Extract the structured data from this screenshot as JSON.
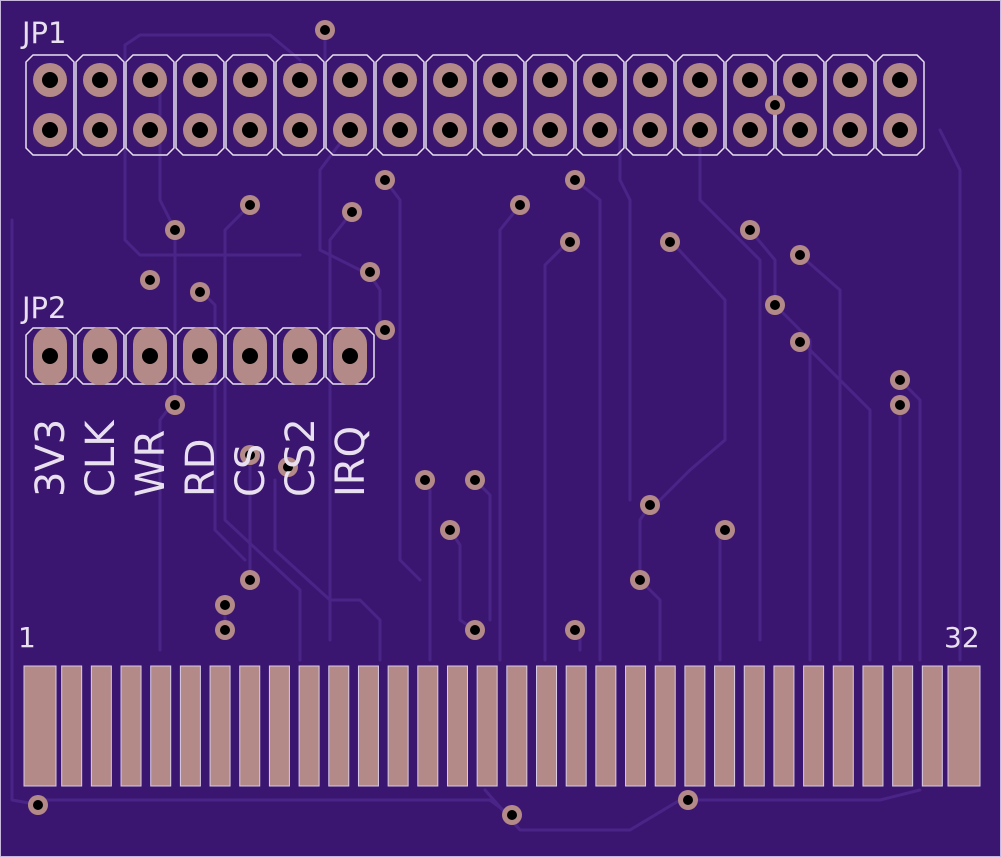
{
  "labels": {
    "jp1": "JP1",
    "jp2": "JP2",
    "pin_first": "1",
    "pin_last": "32"
  },
  "jp2_pins": [
    "3V3",
    "CLK",
    "WR",
    "RD",
    "CS",
    "CS2",
    "IRQ"
  ],
  "colors": {
    "board": "#3b1670",
    "trace": "#4a2587",
    "silkscreen": "#e8e0ee",
    "copper": "#b38a87",
    "drill": "#000000"
  }
}
